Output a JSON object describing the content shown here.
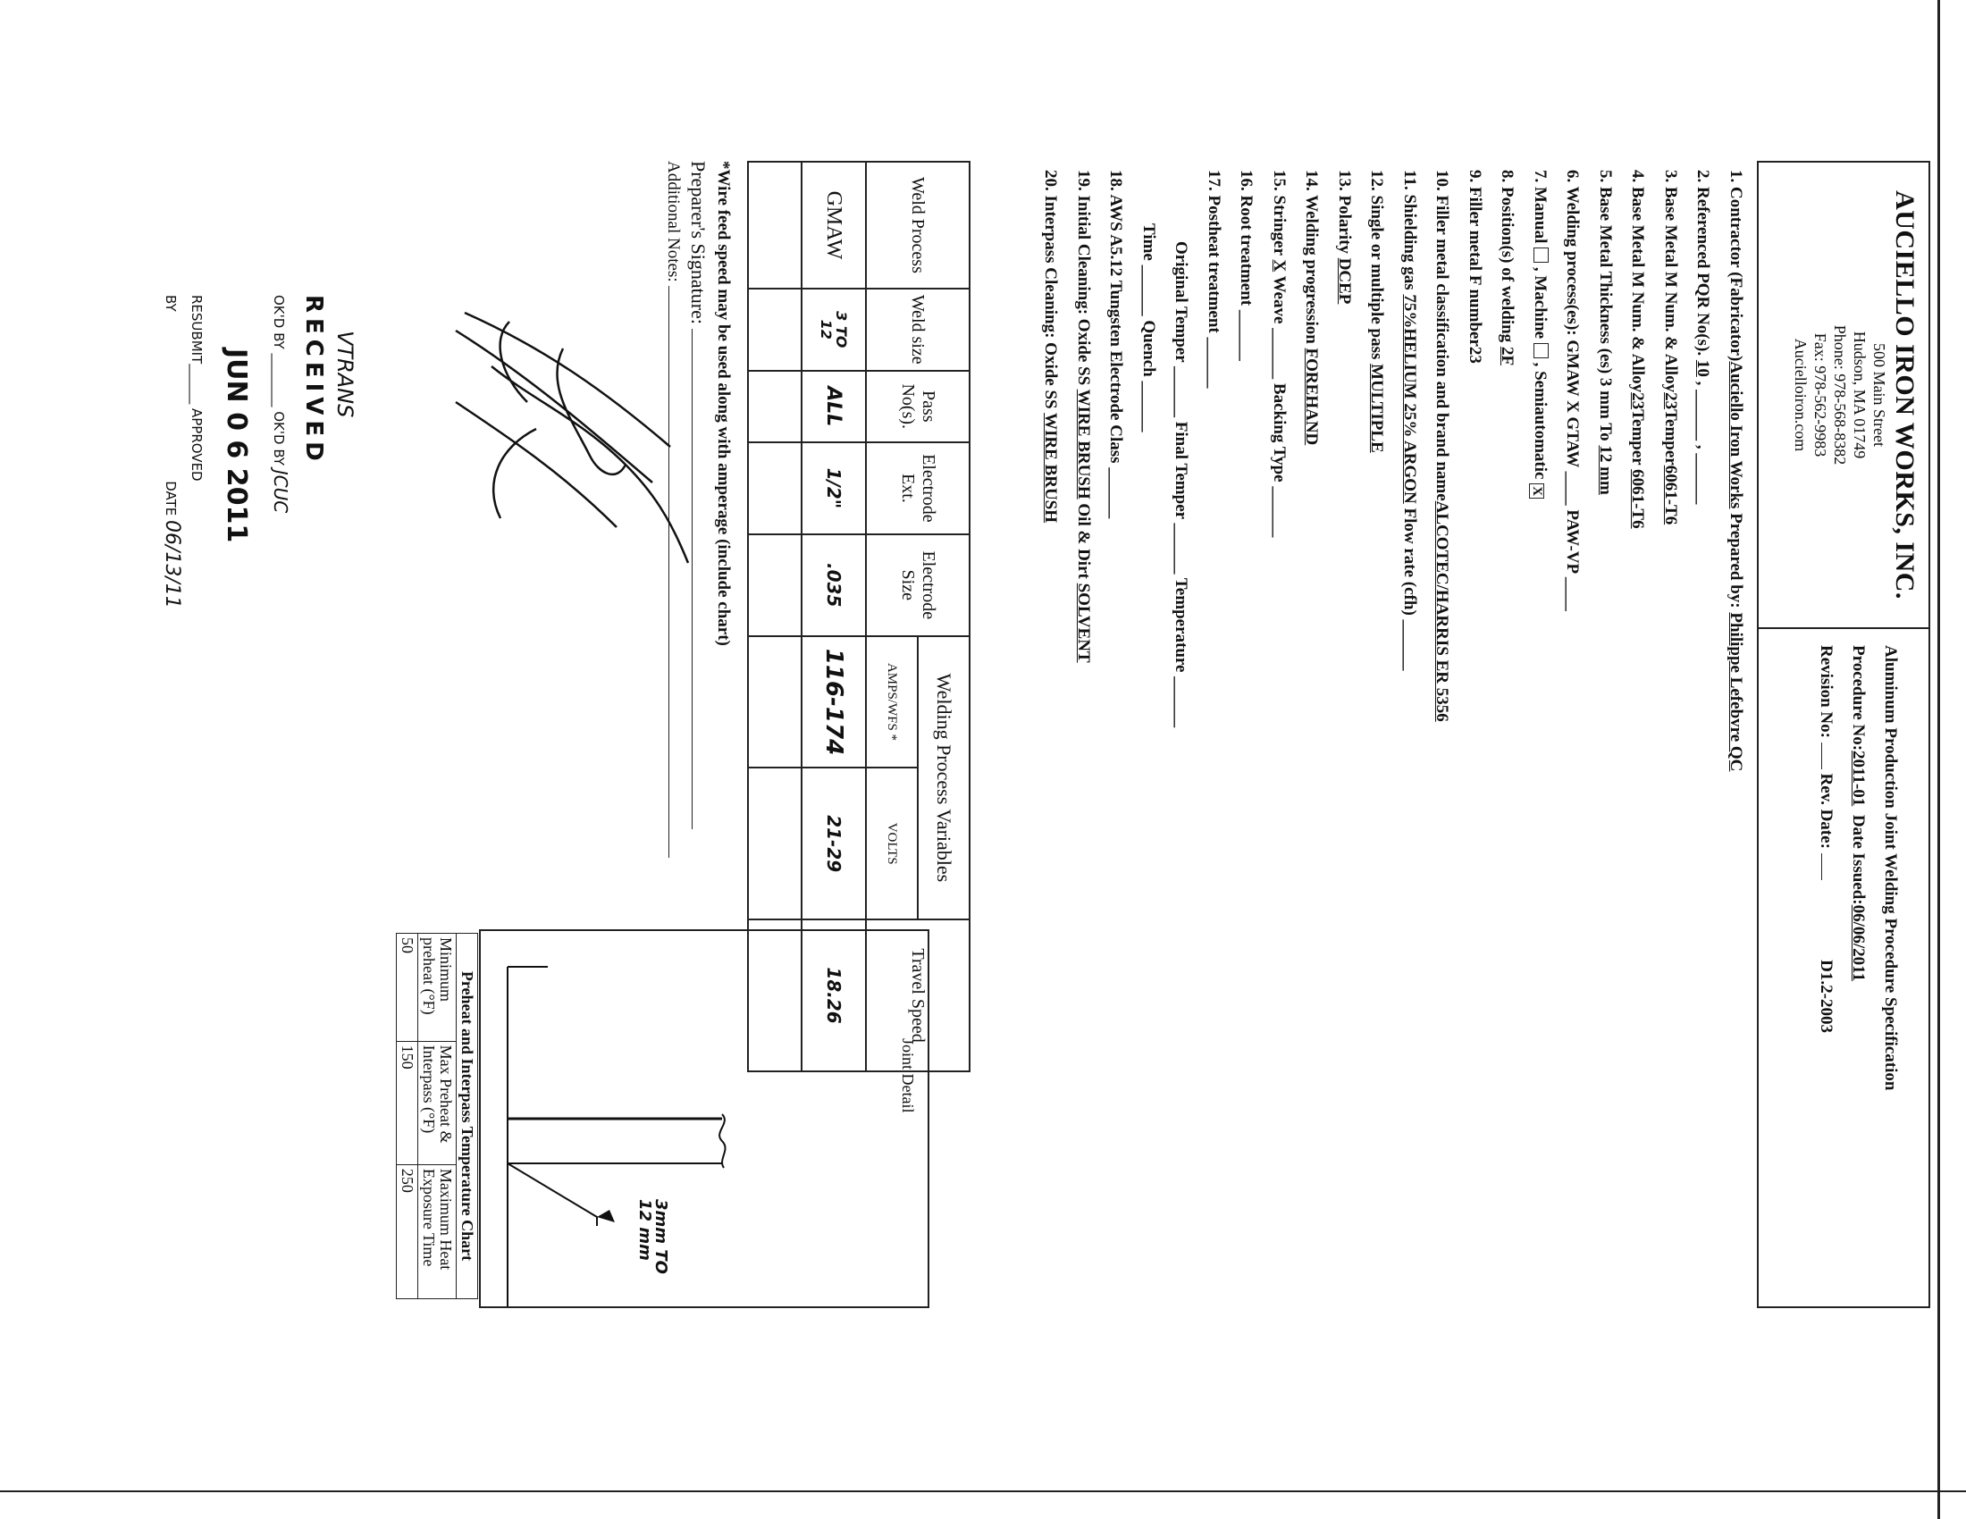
{
  "company": {
    "name": "AUCIELLO IRON WORKS, INC.",
    "address": "500 Main Street",
    "city": "Hudson, MA 01749",
    "phone": "Phone: 978-568-8382",
    "fax": "Fax: 978-562-9983",
    "web": "Aucielloiron.com"
  },
  "spec": {
    "title": "Aluminum Production Joint Welding Procedure Specification",
    "procedure_label": "Procedure No:",
    "procedure_no": "2011-01",
    "date_label": "Date Issued:",
    "date_issued": "06/06/2011",
    "revision_label": "Revision No:",
    "rev_date_label": "Rev. Date:",
    "standard": "D1.2-2003"
  },
  "items": {
    "i1a": "1.  Contractor (Fabricator)",
    "i1b": "Auciello Iron Works",
    "i1c": "  Prepared by: ",
    "i1d": "Philippe Lefebvre QC",
    "i2a": "2.  Referenced PQR No(s). ",
    "i2b": "10",
    "i2c": " , ______ , ______",
    "i3a": "3.  Base Metal M Num. & Alloy",
    "i3b": "23",
    "i3c": "Temper",
    "i3d": "6061-T6",
    "i4a": "4.  Base Metal M Num. & Alloy",
    "i4b": "23",
    "i4c": "Temper ",
    "i4d": "6061-T6",
    "i5a": "5.  Base Metal Thickness (es) 3 mm To ",
    "i5b": "12 mm",
    "i6": "6.  Welding process(es): GMAW X GTAW ____ PAW-VP ____",
    "i7a": "7.  Manual ",
    "i7b": " , Machine ",
    "i7c": " , Semiautomatic ",
    "i7mark": "X",
    "i8a": "8.  Position(s) of welding ",
    "i8b": "2F",
    "i9": "9.  Filler metal F number23",
    "i10a": "10. Filler metal classification and brand name",
    "i10b": "ALCOTEC/HARRIS   ER 5356",
    "i11a": "11. Shielding gas ",
    "i11b": "75%HELIUM 25% ARGON",
    "i11c": " Flow rate (cfh) ______",
    "i12a": "12. Single or multiple pass ",
    "i12b": "MULTIPLE",
    "i13a": "13. Polarity ",
    "i13b": "DCEP",
    "i14a": "14. Welding progression ",
    "i14b": "FOREHAND",
    "i15a": "15. Stringer ",
    "i15b": "X",
    "i15c": " Weave ______ Backing Type ______",
    "i16": "16. Root treatment ______",
    "i17": "17. Postheat treatment ______",
    "i17b": "Original Temper ______ Final Temper ______ Temperature ______",
    "i17c": "Time ______ Quench ______",
    "i18": "18. AWS A5.12 Tungsten Electrode Class ______",
    "i19a": "19. Initial Cleaning: Oxide SS ",
    "i19b": "WIRE BRUSH",
    "i19c": " Oil & Dirt  ",
    "i19d": "SOLVENT",
    "i20a": "20. Interpass Cleaning: Oxide SS ",
    "i20b": "WIRE BRUSH"
  },
  "weld_table": {
    "headers": {
      "process": "Weld Process",
      "size": "Weld size",
      "pass": "Pass No(s).",
      "ext": "Electrode Ext.",
      "esize": "Electrode Size",
      "group": "Welding Process Variables",
      "amps": "AMPS/WFS *",
      "volts": "VOLTS",
      "travel": "Travel Speed"
    },
    "row": {
      "process": "GMAW",
      "size_top": "3 TO",
      "size_bot": "12",
      "pass": "ALL",
      "ext": "1/2\"",
      "esize": ".035",
      "amps": "116-174",
      "volts": "21-29",
      "travel": "18.26"
    }
  },
  "footnote": "*Wire feed speed may be used along with amperage (include chart)",
  "signature_label": "Preparer's Signature:",
  "notes_label": "Additional Notes:",
  "preheat": {
    "title": "Preheat and Interpass Temperature Chart",
    "headers": [
      "Minimum preheat (°F)",
      "Max Preheat & Interpass (°F)",
      "Maximum Heat Exposure Time"
    ],
    "values": [
      "50",
      "150",
      "250"
    ]
  },
  "joint": {
    "title": "Joint Detail",
    "annotation_top": "3mm TO",
    "annotation_bot": "12 mm"
  },
  "stamp": {
    "handwritten": "VTRANS",
    "received": "RECEIVED",
    "okd_by": "OK'D BY ________ OK'D BY",
    "okd_init": "JCUC",
    "date_stamp": "JUN 0 6 2011",
    "resubmit": "RESUBMIT______ APPROVED",
    "by": "BY",
    "date_label": "DATE",
    "date_value": "06/13/11"
  }
}
